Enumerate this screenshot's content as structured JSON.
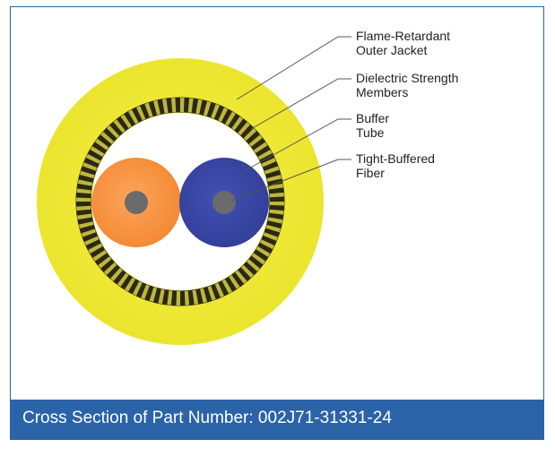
{
  "diagram": {
    "callouts": [
      {
        "line1": "Flame-Retardant",
        "line2": "Outer Jacket"
      },
      {
        "line1": "Dielectric Strength",
        "line2": "Members"
      },
      {
        "line1": "Buffer",
        "line2": "Tube"
      },
      {
        "line1": "Tight-Buffered",
        "line2": "Fiber"
      }
    ],
    "colors": {
      "outer_jacket": "#f0ea3a",
      "strength_members_dark": "#2b2a10",
      "strength_members_light": "#d9cf4a",
      "buffer_tube": "#ffffff",
      "fiber_orange": "#f79a48",
      "fiber_blue": "#3a46a6",
      "fiber_core": "#6b6b6b",
      "caption_bar": "#2a63a8"
    }
  },
  "caption": {
    "text": "Cross Section of Part Number: 002J71-31331-24"
  }
}
